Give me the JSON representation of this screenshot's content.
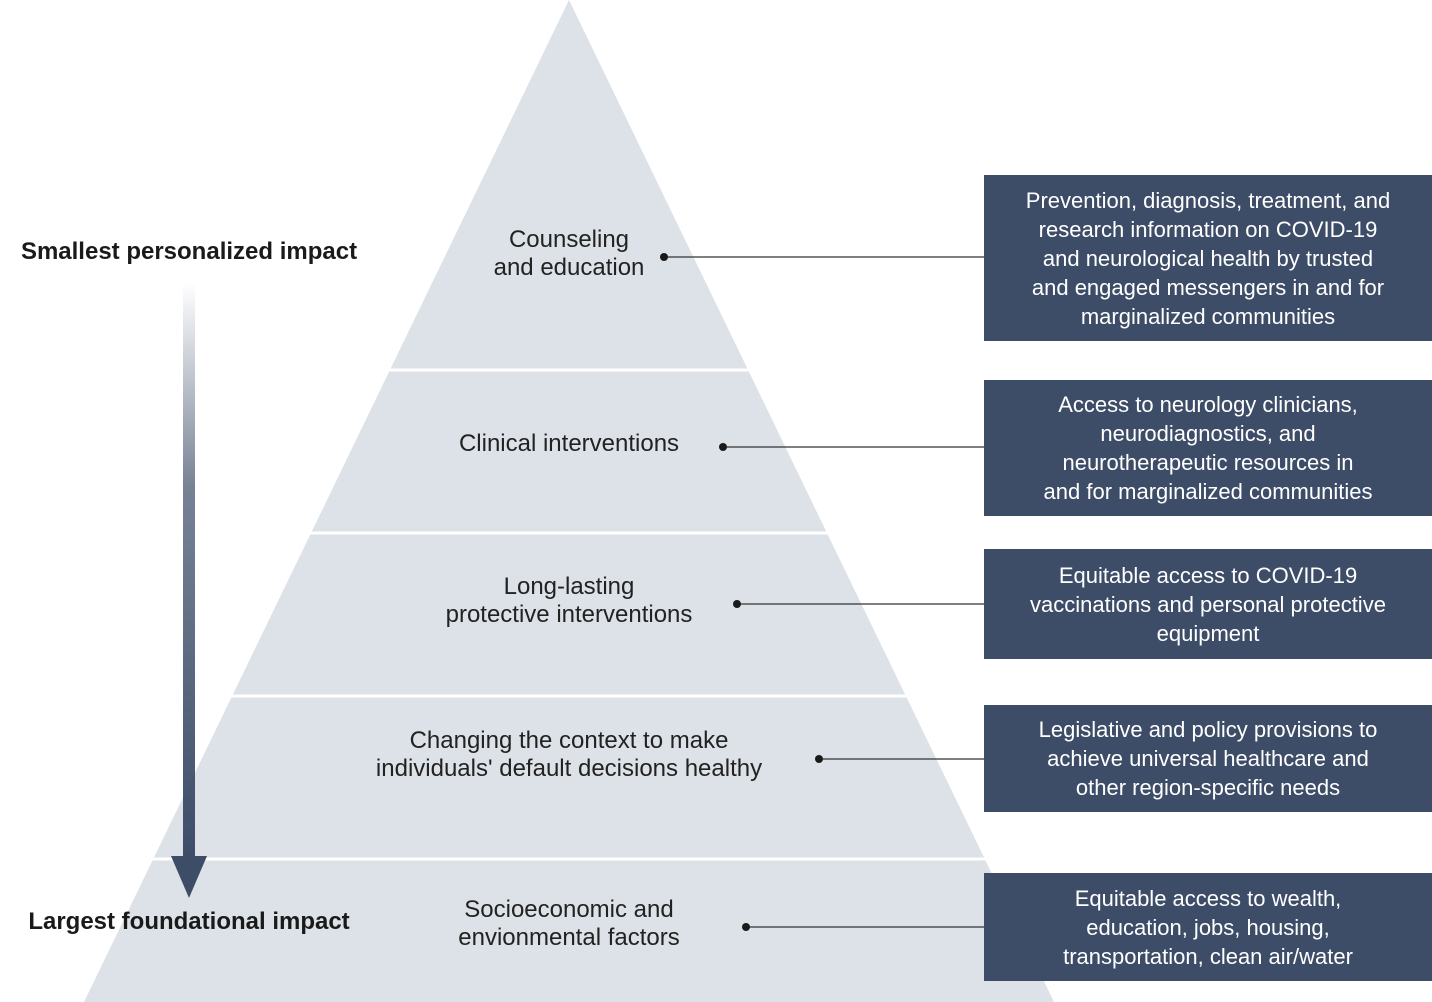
{
  "side_labels": {
    "top": "Smallest personalized impact",
    "bottom": "Largest foundational impact"
  },
  "tiers": [
    {
      "lines": [
        "Counseling",
        "and education"
      ],
      "box_lines": [
        "Prevention, diagnosis, treatment, and",
        "research information on COVID-19",
        "and neurological health by trusted",
        "and engaged messengers in and for",
        "marginalized communities"
      ]
    },
    {
      "lines": [
        "Clinical interventions"
      ],
      "box_lines": [
        "Access to neurology clinicians,",
        "neurodiagnostics, and",
        "neurotherapeutic resources in",
        "and for marginalized communities"
      ]
    },
    {
      "lines": [
        "Long-lasting",
        "protective interventions"
      ],
      "box_lines": [
        "Equitable access to COVID-19",
        "vaccinations and personal protective",
        "equipment"
      ]
    },
    {
      "lines": [
        "Changing the context to make",
        "individuals' default decisions healthy"
      ],
      "box_lines": [
        "Legislative and policy provisions to",
        "achieve universal healthcare and",
        "other region-specific needs"
      ]
    },
    {
      "lines": [
        "Socioeconomic and",
        "envionmental factors"
      ],
      "box_lines": [
        "Equitable access to wealth,",
        "education, jobs, housing,",
        "transportation, clean air/water"
      ]
    }
  ],
  "colors": {
    "pyramid_fill": "#dde2e8",
    "box_fill": "#3d4d68",
    "arrow": "#3d4d68",
    "connector": "#333333"
  }
}
